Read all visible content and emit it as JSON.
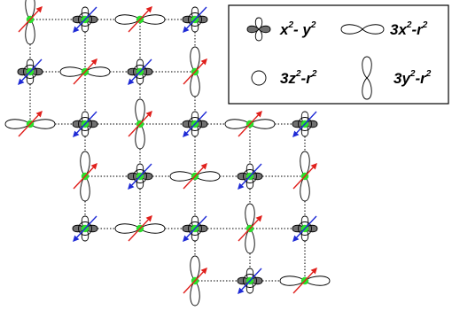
{
  "legend": {
    "items": [
      {
        "orbital": "x2-y2",
        "base": "x",
        "sup": "2",
        "tail": "- y",
        "sup2": "2",
        "tail2": ""
      },
      {
        "orbital": "3x2-r2",
        "base": "3x",
        "sup": "2",
        "tail": "-r",
        "sup2": "2",
        "tail2": ""
      },
      {
        "orbital": "3z2-r2",
        "base": "3z",
        "sup": "2",
        "tail": "-r",
        "sup2": "2",
        "tail2": ""
      },
      {
        "orbital": "3y2-r2",
        "base": "3y",
        "sup": "2",
        "tail": "-r",
        "sup2": "2",
        "tail2": ""
      }
    ]
  },
  "lattice": {
    "rows": [
      [
        "3y2-r2",
        "x2-y2",
        "3x2-r2",
        "x2-y2"
      ],
      [
        "x2-y2",
        "3x2-r2",
        "x2-y2",
        "3y2-r2"
      ],
      [
        "3x2-r2",
        "x2-y2",
        "3y2-r2",
        "x2-y2",
        "3x2-r2",
        "x2-y2"
      ],
      [
        null,
        "3y2-r2",
        "x2-y2",
        "3x2-r2",
        "x2-y2",
        "3y2-r2"
      ],
      [
        null,
        "x2-y2",
        "3x2-r2",
        "x2-y2",
        "3y2-r2",
        "x2-y2"
      ],
      [
        null,
        null,
        null,
        "3y2-r2",
        "x2-y2",
        "3x2-r2"
      ]
    ]
  },
  "colors": {
    "spin_up": "#e0201c",
    "spin_down": "#1f2bd6",
    "site": "#2adf2a",
    "lobe_dark": "#707070",
    "outline": "#000000"
  }
}
